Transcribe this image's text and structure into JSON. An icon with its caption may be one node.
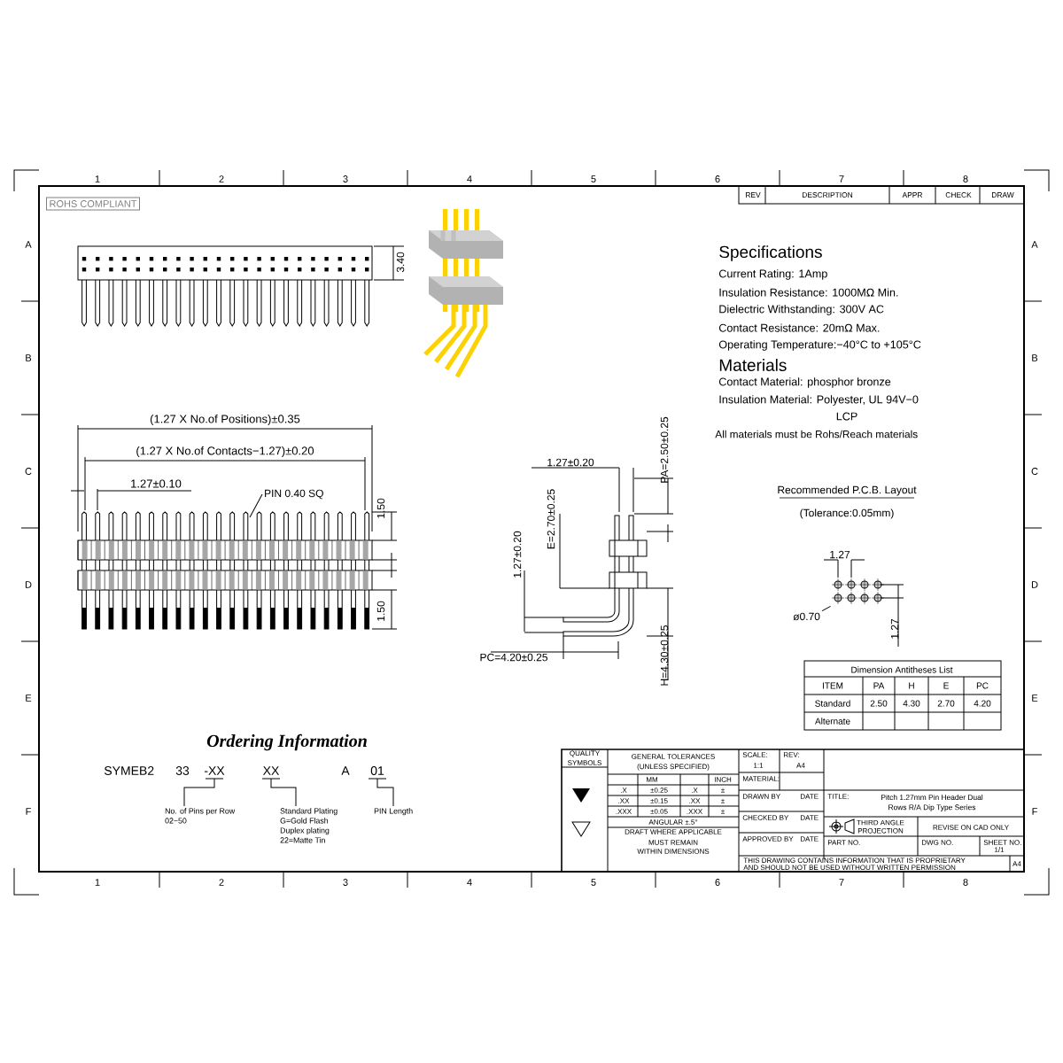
{
  "diagram": {
    "nodes": [
      {
        "text": [
          "PIN 0.40 SQ"
        ]
      },
      {
        "text": [
          "ø0.70"
        ]
      },
      {
        "text": [
          "-XX"
        ]
      },
      {
        "text": [
          "XX"
        ]
      },
      {
        "text": [
          "01"
        ]
      },
      {
        "text": [
          "No. of Pins per Row",
          "02~50"
        ]
      },
      {
        "text": [
          "Standard Plating",
          "G=Gold Flash",
          "Duplex plating",
          "22=Matte Tin"
        ]
      },
      {
        "text": [
          "PIN Length"
        ]
      }
    ],
    "edges": [
      {
        "from": 0,
        "to": null,
        "arrow": "none"
      },
      {
        "from": 1,
        "to": null,
        "arrow": "none"
      },
      {
        "from": 2,
        "to": 5,
        "arrow": "none"
      },
      {
        "from": 3,
        "to": 6,
        "arrow": "none"
      },
      {
        "from": 4,
        "to": 7,
        "arrow": "none"
      }
    ],
    "labels": [
      "1",
      "2",
      "3",
      "4",
      "5",
      "6",
      "7",
      "8",
      "1",
      "2",
      "3",
      "4",
      "5",
      "6",
      "7",
      "8",
      "A",
      "B",
      "C",
      "D",
      "E",
      "F",
      "A",
      "B",
      "C",
      "D",
      "E",
      "F",
      "ROHS COMPLIANT",
      "REV",
      "DESCRIPTION",
      "APPR",
      "CHECK",
      "DRAW",
      "3.40",
      "Specifications",
      "Current Rating:  1Amp",
      "Insulation Resistance:  1000MΩ Min.",
      "Dielectric Withstanding:  300V AC",
      "Contact Resistance:  20mΩ Max.",
      "Operating Temperature:−40°C to +105°C",
      "Materials",
      "Contact Material: phosphor bronze",
      "Insulation Material: Polyester, UL 94V−0",
      "LCP",
      "All materials must be Rohs/Reach materials",
      "(1.27 X No.of Positions)±0.35",
      "(1.27 X No.of Contacts−1.27)±0.20",
      "1.27±0.10",
      "1.50",
      "1.50",
      "1.27±0.20",
      "PA=2.50±0.25",
      "E=2.70±0.25",
      "1.27±0.20",
      "PC=4.20±0.25",
      "H=4.30±0.25",
      "Recommended P.C.B. Layout",
      "(Tolerance:0.05mm)",
      "1.27",
      "1.27",
      "Dimension Antitheses List",
      "ITEM",
      "PA",
      "H",
      "E",
      "PC",
      "Standard",
      "2.50",
      "4.30",
      "2.70",
      "4.20",
      "Alternate",
      "Ordering Information",
      "SYMEB2",
      "33",
      "A",
      "QUALITY",
      "SYMBOLS",
      "GENERAL TOLERANCES",
      "(UNLESS SPECIFIED)",
      "MM",
      "INCH",
      ".X",
      "±0.25",
      ".X",
      "±",
      ".XX",
      "±0.15",
      ".XX",
      "±",
      ".XXX",
      "±0.05",
      ".XXX",
      "±",
      "ANGULAR ±.5°",
      "DRAFT WHERE APPLICABLE",
      "MUST REMAIN",
      "WITHIN DIMENSIONS",
      "SCALE:",
      "1:1",
      "REV:",
      "A4",
      "MATERIAL:",
      "DRAWN BY",
      "DATE",
      "CHECKED BY",
      "DATE",
      "APPROVED BY",
      "DATE",
      "TITLE:",
      "Pitch 1.27mm Pin Header Dual",
      "Rows R/A Dip Type Series",
      "THIRD ANGLE",
      "PROJECTION",
      "REVISE ON CAD ONLY",
      "PART NO.",
      "DWG NO.",
      "SHEET NO.",
      "1/1",
      "THIS DRAWING CONTAINS INFORMATION THAT IS PROPRIETARY",
      "AND SHOULD NOT BE USED WITHOUT WRITTEN PERMISSION",
      "A4"
    ]
  }
}
